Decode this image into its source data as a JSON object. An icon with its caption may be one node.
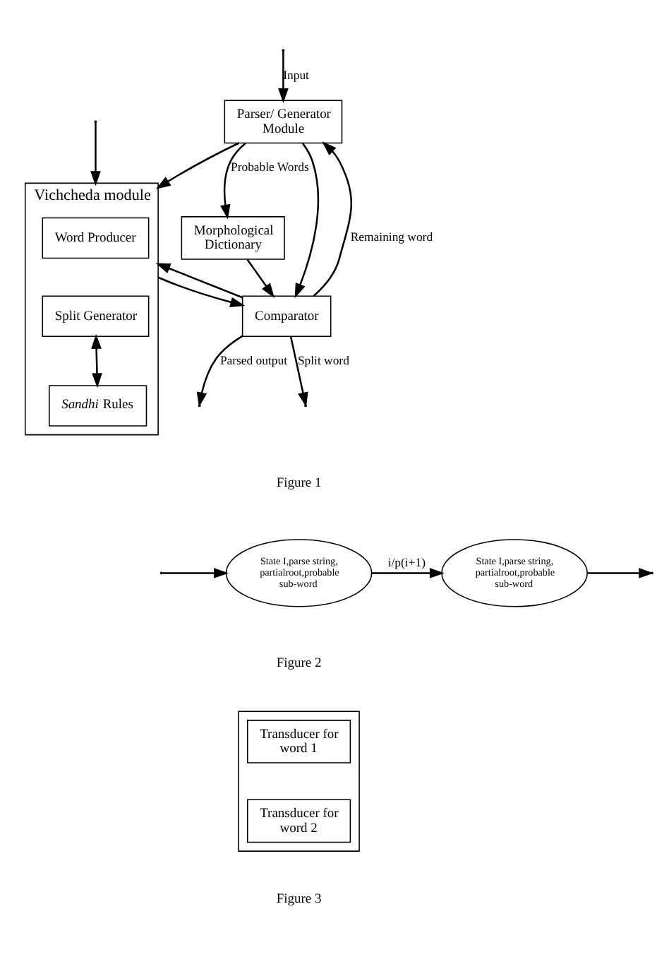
{
  "diagram": {
    "nodes": [
      {
        "text": [
          "Parser/ Generator Module"
        ]
      },
      {
        "text": [
          "Morphological Dictionary"
        ]
      },
      {
        "text": [
          "Vichcheda module"
        ]
      },
      {
        "text": [
          "Word Producer"
        ],
        "in": 2
      },
      {
        "text": [
          "Split Generator"
        ],
        "in": 2
      },
      {
        "text": [
          "*Sandhi* Rules"
        ],
        "in": 2
      },
      {
        "text": [
          "Comparator"
        ]
      },
      {
        "text": [
          "State I,parse string, partialroot,probable sub-word"
        ]
      },
      {
        "text": [
          "State I,parse string, partialroot,probable sub-word"
        ]
      },
      {
        "text": [],
        "shape": "box"
      },
      {
        "text": [
          "Transducer for word 1"
        ],
        "in": 9
      },
      {
        "text": [
          "Transducer for word 2"
        ],
        "in": 9
      }
    ],
    "edges": [
      {
        "from": null,
        "to": 0,
        "arrow": "to",
        "label": "Input"
      },
      {
        "from": null,
        "to": 2,
        "arrow": "to"
      },
      {
        "from": 0,
        "to": 1,
        "arrow": "to",
        "label": "Probable Words"
      },
      {
        "from": 0,
        "to": 2,
        "arrow": "to"
      },
      {
        "from": 0,
        "to": 6,
        "arrow": "to"
      },
      {
        "from": 1,
        "to": 6,
        "arrow": "to"
      },
      {
        "from": 2,
        "to": 6,
        "arrow": "to"
      },
      {
        "from": 4,
        "to": 5,
        "arrow": "both"
      },
      {
        "from": 6,
        "to": null,
        "arrow": "to",
        "label": "Parsed output"
      },
      {
        "from": 6,
        "to": null,
        "arrow": "to",
        "label": "Split word"
      },
      {
        "from": 6,
        "to": 0,
        "arrow": "to",
        "label": "Remaining word"
      },
      {
        "from": 6,
        "to": 2,
        "arrow": "to"
      },
      {
        "from": null,
        "to": 7,
        "arrow": "to"
      },
      {
        "from": 7,
        "to": 8,
        "arrow": "to",
        "label": "i/p(i+1)"
      },
      {
        "from": 8,
        "to": null,
        "arrow": "to"
      }
    ],
    "labels": [
      "Figure 1",
      "Figure 2",
      "Figure 3"
    ]
  }
}
